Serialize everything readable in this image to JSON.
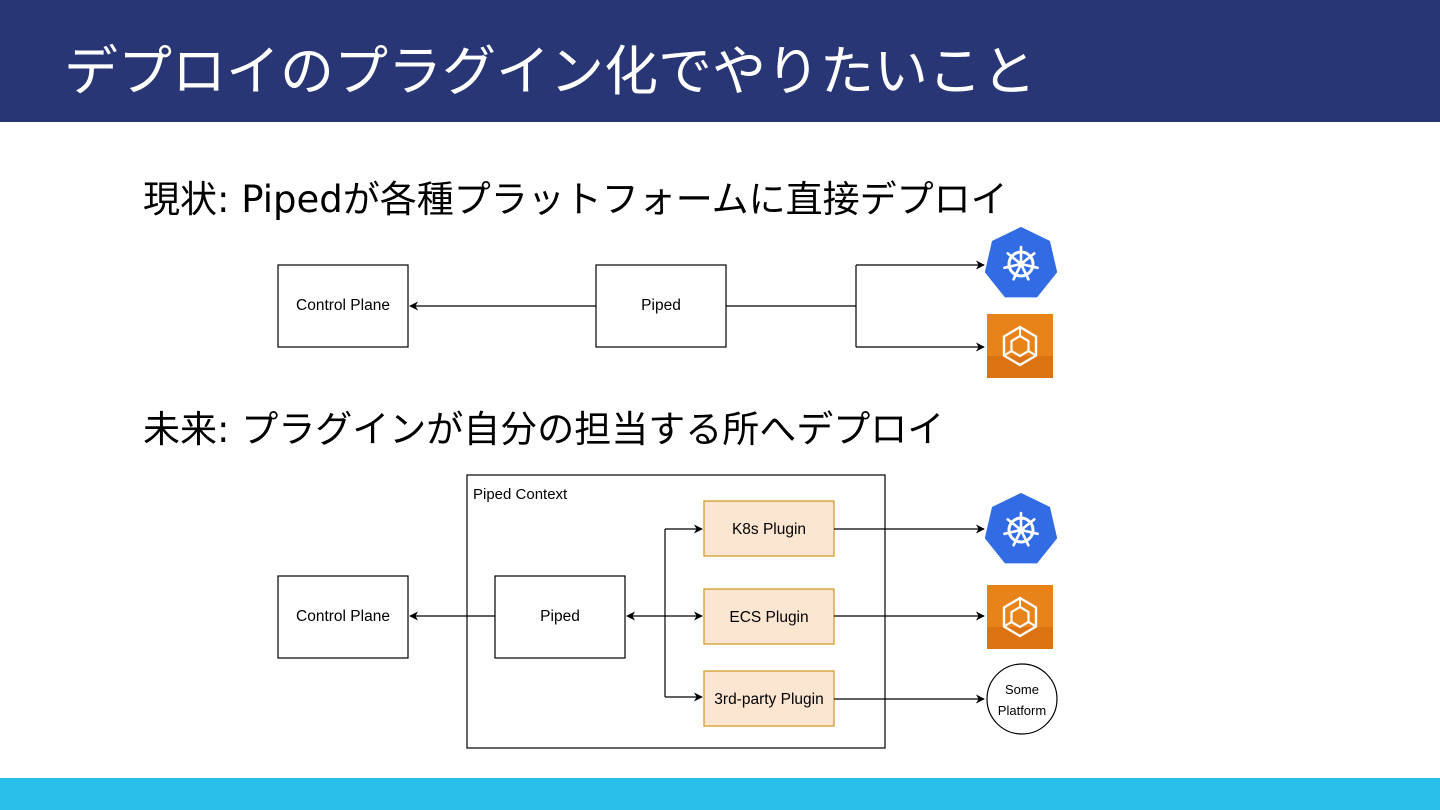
{
  "slide": {
    "title": "デプロイのプラグイン化でやりたいこと"
  },
  "current": {
    "heading": "現状: Pipedが各種プラットフォームに直接デプロイ",
    "control_plane_label": "Control Plane",
    "piped_label": "Piped",
    "targets": [
      {
        "icon": "kubernetes-icon"
      },
      {
        "icon": "aws-ecs-icon"
      }
    ]
  },
  "future": {
    "heading": "未来: プラグインが自分の担当する所へデプロイ",
    "context_label": "Piped Context",
    "control_plane_label": "Control Plane",
    "piped_label": "Piped",
    "plugins": [
      {
        "label": "K8s Plugin",
        "target_icon": "kubernetes-icon"
      },
      {
        "label": "ECS Plugin",
        "target_icon": "aws-ecs-icon"
      },
      {
        "label": "3rd-party Plugin",
        "target_lines": [
          "Some",
          "Platform"
        ]
      }
    ]
  },
  "colors": {
    "header": "#293675",
    "footer": "#29bde9",
    "plugin_fill": "#fde6d1",
    "plugin_stroke": "#d7a23a",
    "kubernetes_blue": "#326ce5",
    "ecs_orange": "#e8831a"
  }
}
